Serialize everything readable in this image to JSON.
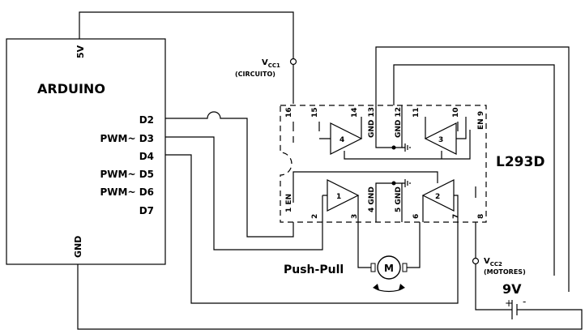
{
  "arduino": {
    "title": "ARDUINO",
    "pin_5v": "5V",
    "pin_gnd": "GND",
    "pins": [
      "D2",
      "PWM~ D3",
      "D4",
      "PWM~ D5",
      "PWM~ D6",
      "D7"
    ]
  },
  "chip": {
    "name": "L293D",
    "top_pins": [
      "16",
      "15",
      "14",
      "GND 13",
      "GND 12",
      "11",
      "10",
      "EN 9"
    ],
    "bottom_pins": [
      "1 EN",
      "2",
      "3",
      "4 GND",
      "5 GND",
      "6",
      "7",
      "8"
    ],
    "buffers": [
      "1",
      "2",
      "3",
      "4"
    ]
  },
  "vcc1": {
    "main": "V",
    "sub": "CC1",
    "note": "(CIRCUITO)"
  },
  "vcc2": {
    "main": "V",
    "sub": "CC2",
    "note": "(MOTORES)"
  },
  "motor": {
    "symbol": "M",
    "label": "Push-Pull"
  },
  "battery": {
    "voltage": "9V",
    "plus": "+",
    "minus": "-"
  }
}
